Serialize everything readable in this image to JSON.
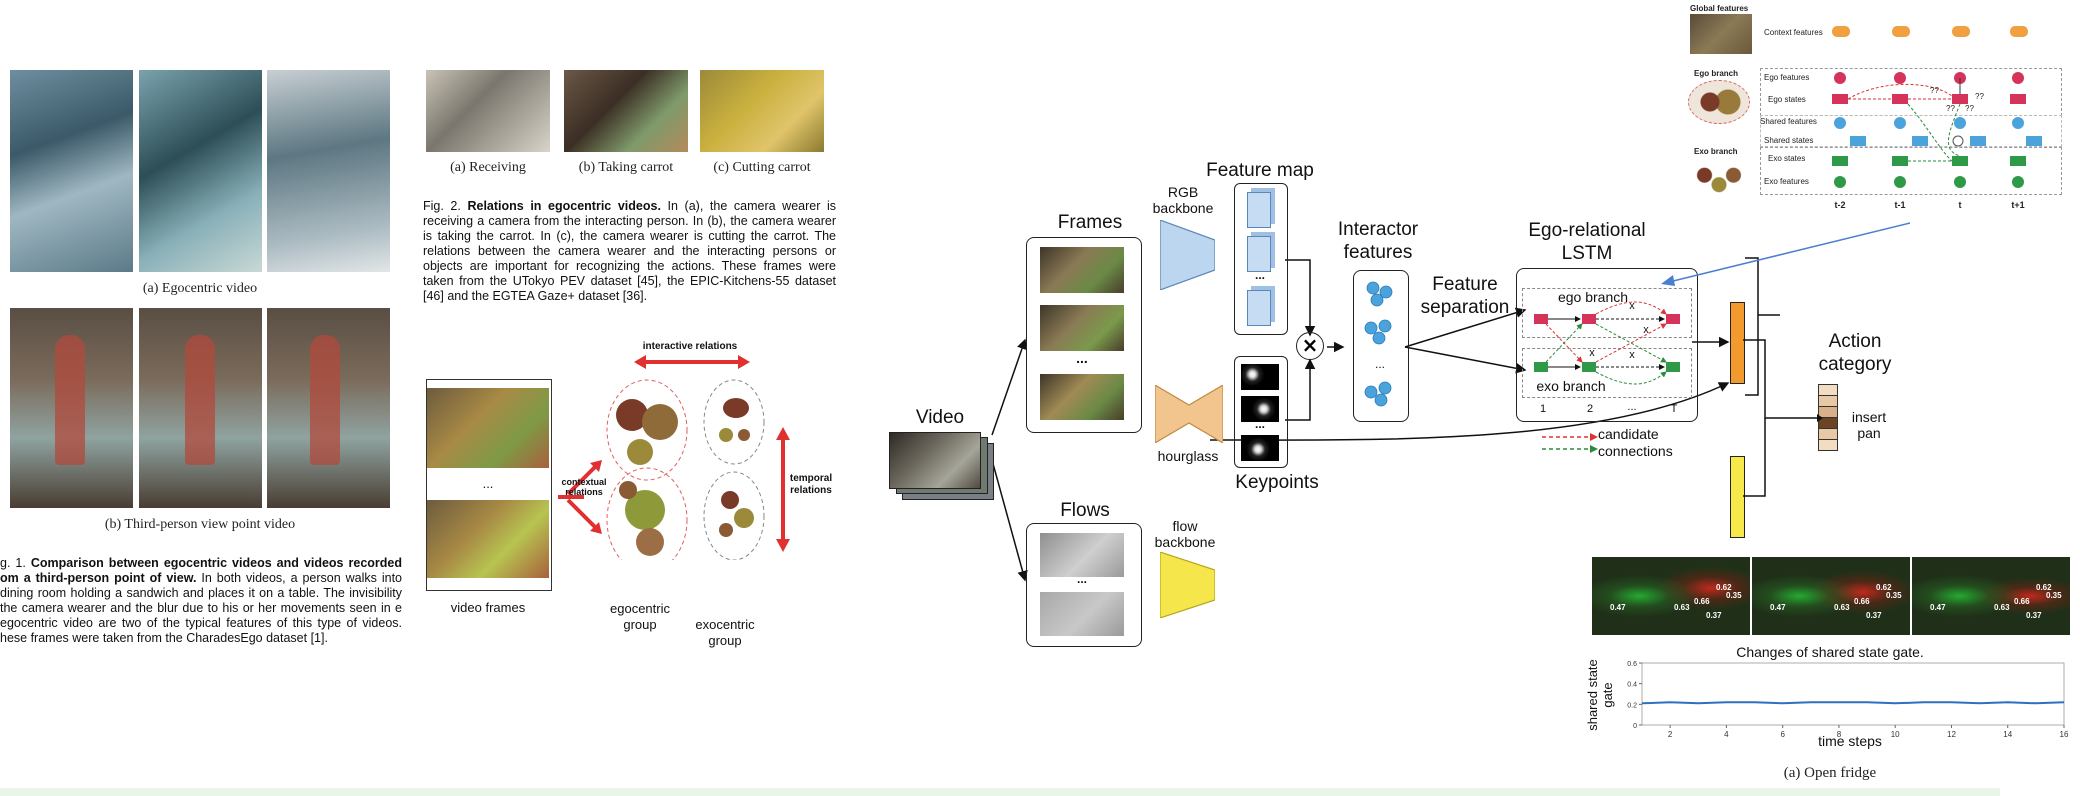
{
  "fig1": {
    "caption_a": "(a)  Egocentric video",
    "caption_b": "(b)  Third-person view point video",
    "para_prefix": "g. 1. ",
    "para_bold": "Comparison between egocentric videos and videos recorded om a third-person point of view.",
    "para_rest": " In both videos, a person walks into dining room holding a sandwich and places it on a table. The invisibility the camera wearer and the blur due to his or her movements seen in e egocentric video are two of the typical features of this type of videos. hese frames were taken from the CharadesEgo dataset [1]."
  },
  "fig2": {
    "caption_a": "(a)  Receiving",
    "caption_b": "(b)  Taking carrot",
    "caption_c": "(c)  Cutting carrot",
    "para_prefix": "Fig. 2. ",
    "para_bold": "Relations in egocentric videos.",
    "para_rest": " In (a), the camera wearer is receiving a camera from the interacting person. In (b), the camera wearer is taking the carrot. In (c), the camera wearer is cutting the carrot. The relations between the camera wearer and the interacting persons or objects are important for recognizing the actions. These frames were taken from the UTokyo PEV dataset [45], the EPIC-Kitchens-55 dataset [46] and the EGTEA Gaze+ dataset [36]."
  },
  "relations": {
    "interactive": "interactive relations",
    "contextual": "contextual relations",
    "temporal": "temporal relations",
    "video_frames": "video frames",
    "ellipsis": "...",
    "ego_group": "egocentric group",
    "exo_group": "exocentric group"
  },
  "pipeline": {
    "video": "Video",
    "frames": "Frames",
    "flows": "Flows",
    "rgb_backbone": "RGB backbone",
    "feature_map": "Feature map",
    "hourglass": "hourglass",
    "keypoints": "Keypoints",
    "flow_backbone": "flow backbone",
    "interactor_features": "Interactor features",
    "feature_separation": "Feature separation",
    "ego_lstm": "Ego-relational LSTM",
    "ego_branch": "ego branch",
    "exo_branch": "exo branch",
    "ticks": [
      "1",
      "2",
      "...",
      "T"
    ],
    "candidate": "candidate connections",
    "action_category": "Action category",
    "action_result": "insert pan",
    "x_mark": "x",
    "dots": "..."
  },
  "inset": {
    "global": "Global features",
    "ego": "Ego branch",
    "exo": "Exo branch",
    "rows": [
      "Context features",
      "Ego features",
      "Ego states",
      "Shared features",
      "Shared states",
      "Exo states",
      "Exo features"
    ],
    "time": [
      "t-2",
      "t-1",
      "t",
      "t+1"
    ],
    "qq": "??"
  },
  "gate": {
    "title": "Changes of shared state gate.",
    "ylabel": "shared state gate",
    "xlabel": "time steps",
    "caption": "(a)  Open fridge",
    "frame_labels": [
      [
        "0.47",
        "0.63",
        "0.66",
        "0.37",
        "0.62",
        "0.35"
      ],
      [
        "0.47",
        "0.63",
        "0.66",
        "0.37",
        "0.62",
        "0.35"
      ],
      [
        "0.47",
        "0.63",
        "0.66",
        "0.37",
        "0.62",
        "0.35"
      ]
    ]
  },
  "chart_data": {
    "type": "line",
    "title": "Changes of shared state gate.",
    "xlabel": "time steps",
    "ylabel": "shared state gate",
    "xlim": [
      1,
      16
    ],
    "ylim": [
      0,
      0.6
    ],
    "xticks": [
      2,
      4,
      6,
      8,
      10,
      12,
      14,
      16
    ],
    "yticks": [
      0,
      0.2,
      0.4,
      0.6
    ],
    "x": [
      1,
      2,
      3,
      4,
      5,
      6,
      7,
      8,
      9,
      10,
      11,
      12,
      13,
      14,
      15,
      16
    ],
    "values": [
      0.21,
      0.22,
      0.21,
      0.22,
      0.22,
      0.21,
      0.22,
      0.22,
      0.22,
      0.21,
      0.22,
      0.22,
      0.21,
      0.22,
      0.21,
      0.22
    ],
    "color": "#2f6fc0",
    "grid": false
  }
}
